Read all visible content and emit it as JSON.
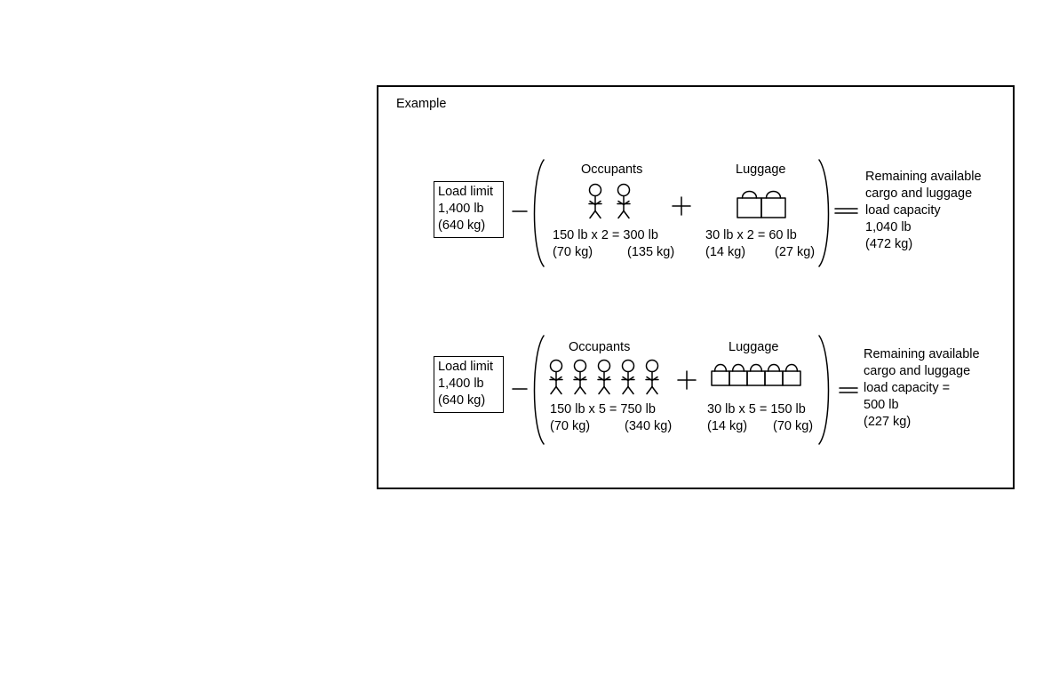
{
  "title": "Example",
  "rows": [
    {
      "load_limit": [
        "Load limit",
        "1,400 lb",
        "(640 kg)"
      ],
      "occupants_label": "Occupants",
      "occupant_count": 2,
      "occupants_calc": "150 lb x 2 = 300 lb",
      "occupants_kg_each": "(70 kg)",
      "occupants_kg_total": "(135 kg)",
      "luggage_label": "Luggage",
      "luggage_count": 2,
      "luggage_calc": "30 lb x 2 = 60 lb",
      "luggage_kg_each": "(14 kg)",
      "luggage_kg_total": "(27 kg)",
      "result": [
        "Remaining available",
        "cargo and luggage",
        "load capacity",
        "1,040 lb",
        "(472 kg)"
      ]
    },
    {
      "load_limit": [
        "Load limit",
        "1,400 lb",
        "(640 kg)"
      ],
      "occupants_label": "Occupants",
      "occupant_count": 5,
      "occupants_calc": "150 lb x 5 = 750 lb",
      "occupants_kg_each": "(70 kg)",
      "occupants_kg_total": "(340 kg)",
      "luggage_label": "Luggage",
      "luggage_count": 5,
      "luggage_calc": "30 lb x 5 = 150 lb",
      "luggage_kg_each": "(14 kg)",
      "luggage_kg_total": "(70 kg)",
      "result": [
        "Remaining available",
        "cargo and luggage",
        "load capacity =",
        "500 lb",
        "(227 kg)"
      ]
    }
  ]
}
